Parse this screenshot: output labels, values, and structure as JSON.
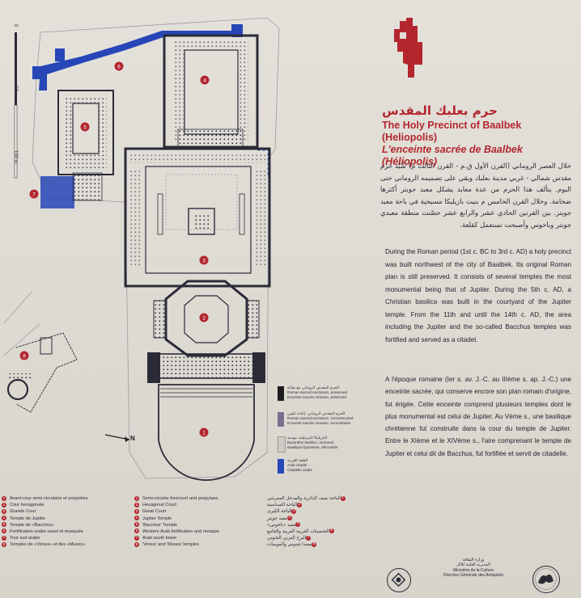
{
  "title": {
    "arabic": "حرم بعلبك المقدس",
    "english": "The Holy Precinct of Baalbek (Heliopolis)",
    "french": "L'enceinte sacrée de Baalbek (Héliopolis)"
  },
  "text": {
    "arabic": "خلال العصر الروماني (القرن الأول ق.م - القرن الثالث م) شُيّد حرم مقدس شمالي - غربي مدينة بعلبك وبقي على تصميمه الروماني حتى اليوم. يتألف هذا الحرم من عدة معابد يشكل معبد جوبتر أكثرها ضخامة. وخلال القرن الخامس م بنيت بازيليكا مسيحية في باحة معبد جوبتر. بين القرنين الحادي عشر والرابع عشر حصّنت منطقة معبدي جوبتر وباخوس وأصبحت تستعمل كقلعة.",
    "english": "During the Roman period (1st c. BC to 3rd c. AD) a holy precinct was built northwest of the city of Baalbek. Its original Roman plan is still preserved. It consists of several temples the most monumental being that of Jupiter. During the 5th c. AD, a Christian basilica was built in the courtyard of the Jupiter temple. From the 11th and until the 14th c. AD, the area including the Jupiter and the so-called Bacchus temples was fortified and served as a citadel.",
    "french": "A l'époque romaine (Ier s. av. J.-C. au IIIème s. ap. J.-C.) une enceinte sacrée, qui conserve encore son plan romain d'origine, fut érigée. Cette enceinte comprend plusieurs temples dont le plus monumental est celui de Jupiter. Au Vème s., une basilique chrétienne fut construite dans la cour du temple de Jupiter. Entre le XIème et le XIVème s., l'aire comprenant le temple de Jupiter et celui dit de Bacchus, fut fortifiée et servit de citadelle."
  },
  "legend": [
    {
      "arabic": "الحرم المقدس الروماني مع بقاياه",
      "english": "Roman sacred enclosure, preserved",
      "french": "Enceinte sacrée romaine, préservée",
      "color": "#1c1c1c"
    },
    {
      "arabic": "الحرم المقدس الروماني، إعادة تكوين",
      "english": "Roman sacred enclosure, reconstructed",
      "french": "Enceinte sacrée romaine, reconstituée",
      "color": "#7a6f8e"
    },
    {
      "arabic": "البازيليكا البيزنطية، مهدمة",
      "english": "Byzantine basilica, removed",
      "french": "Basilique byzantine, démontée",
      "color": "#cfccc6"
    },
    {
      "arabic": "القلعة العربية",
      "english": "Arab citadel",
      "french": "Citadelle arabe",
      "color": "#2746b8"
    }
  ],
  "key": {
    "numbers": [
      "1",
      "2",
      "3",
      "4",
      "5",
      "6",
      "7",
      "8"
    ],
    "french": [
      "Avant-cour semi-circulaire et propylées",
      "Cour hexagonale",
      "Grande Cour",
      "Temple de Jupiter",
      "Temple de «Bacchus»",
      "Fortification arabe ouest et mosquée",
      "Tour sud arabe",
      "Temples de «Vénus» et des «Muses»"
    ],
    "english": [
      "Semi-circular forecourt and propylaea",
      "Hexagonal Court",
      "Great Court",
      "Jupiter Temple",
      "'Bacchus' Temple",
      "Western Arab fortification and mosque",
      "Arab south tower",
      "'Venus' and 'Muses' temples"
    ],
    "arabic": [
      "الباحة نصف الدائرية والمدخل المعرشي",
      "الباحة السداسية",
      "الباحة الكبرى",
      "معبد جوبتر",
      "معبد «باخوس»",
      "التحصينات الغربية العربية والجامع",
      "البرج العربي الجنوبي",
      "معبدا فينوس والموسات"
    ]
  },
  "plan": {
    "scale_labels": [
      "0",
      "50",
      "100 m"
    ],
    "north": "N",
    "accent": "#b3262e",
    "citadel": "#2746b8",
    "line": "#2b2b38"
  },
  "footer": {
    "ministry_ar_1": "وزارة الثقافة",
    "ministry_ar_2": "المديرية العامة للآثار",
    "ministry_fr_1": "Ministère de la Culture",
    "ministry_fr_2": "Direction Générale des Antiquités",
    "left_logo": "world-heritage-logo",
    "right_logo": "antiquities-logo"
  }
}
